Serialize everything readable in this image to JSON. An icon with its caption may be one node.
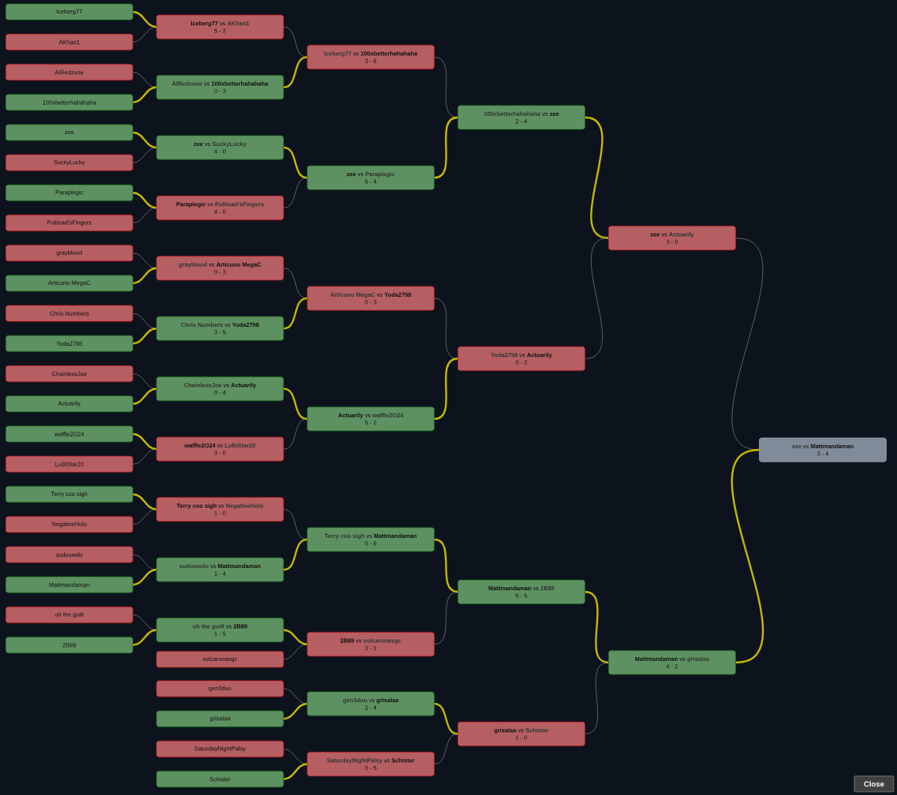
{
  "diagram": {
    "nodes": [
      {
        "text": [
          "Iceberg77"
        ]
      },
      {
        "text": [
          "AKhan1"
        ]
      },
      {
        "text": [
          "AIRedzone"
        ]
      },
      {
        "text": [
          "100xbetterhahahaha"
        ]
      },
      {
        "text": [
          "zee"
        ]
      },
      {
        "text": [
          "SuckyLucky"
        ]
      },
      {
        "text": [
          "Paraplegic"
        ]
      },
      {
        "text": [
          "Politoad'sFingers"
        ]
      },
      {
        "text": [
          "grayblood"
        ]
      },
      {
        "text": [
          "Articuno MegaC"
        ]
      },
      {
        "text": [
          "Chris Numbers"
        ]
      },
      {
        "text": [
          "Yoda2798"
        ]
      },
      {
        "text": [
          "ChainlessJoe"
        ]
      },
      {
        "text": [
          "Actuarily"
        ]
      },
      {
        "text": [
          "waffle2O24"
        ]
      },
      {
        "text": [
          "LuBiStar20"
        ]
      },
      {
        "text": [
          "Terry coo sigh"
        ]
      },
      {
        "text": [
          "NegativeHolo"
        ]
      },
      {
        "text": [
          "sudoowdo"
        ]
      },
      {
        "text": [
          "Mattmandaman"
        ]
      },
      {
        "text": [
          "oh the guilt"
        ]
      },
      {
        "text": [
          "2B89"
        ]
      },
      {
        "text": [
          "Iceberg77",
          "vs",
          "AKhan1",
          "5 - 2"
        ]
      },
      {
        "text": [
          "AIRedzone",
          "vs",
          "100xbetterhahahaha",
          "0 - 3"
        ]
      },
      {
        "text": [
          "zee",
          "vs",
          "SuckyLucky",
          "4 - 0"
        ]
      },
      {
        "text": [
          "Paraplegic",
          "vs",
          "Politoad'sFingers",
          "4 - 0"
        ]
      },
      {
        "text": [
          "grayblood",
          "vs",
          "Articuno MegaC",
          "0 - 3"
        ]
      },
      {
        "text": [
          "Chris Numbers",
          "vs",
          "Yoda2798",
          "3 - 5"
        ]
      },
      {
        "text": [
          "ChainlessJoe",
          "vs",
          "Actuarily",
          "0 - 4"
        ]
      },
      {
        "text": [
          "waffle2O24",
          "vs",
          "LuBiStar20",
          "3 - 0"
        ]
      },
      {
        "text": [
          "Terry coo sigh",
          "vs",
          "NegativeHolo",
          "1 - 0"
        ]
      },
      {
        "text": [
          "sudoowdo",
          "vs",
          "Mattmandaman",
          "1 - 4"
        ]
      },
      {
        "text": [
          "oh the guilt",
          "vs",
          "2B89",
          "1 - 5"
        ]
      },
      {
        "text": [
          "volcaronavgc"
        ]
      },
      {
        "text": [
          "gen3duu"
        ]
      },
      {
        "text": [
          "grisalaa"
        ]
      },
      {
        "text": [
          "SaturdayNightPalsy"
        ]
      },
      {
        "text": [
          "Schister"
        ]
      },
      {
        "text": [
          "Iceberg77",
          "vs",
          "100xbetterhahahaha",
          "3 - 6"
        ]
      },
      {
        "text": [
          "zee",
          "vs",
          "Paraplegic",
          "5 - 4"
        ]
      },
      {
        "text": [
          "Articuno MegaC",
          "vs",
          "Yoda2798",
          "0 - 3"
        ]
      },
      {
        "text": [
          "Actuarily",
          "vs",
          "waffle2O24",
          "5 - 2"
        ]
      },
      {
        "text": [
          "Terry coo sigh",
          "vs",
          "Mattmandaman",
          "0 - 6"
        ]
      },
      {
        "text": [
          "2B89",
          "vs",
          "volcaronavgc",
          "3 - 1"
        ]
      },
      {
        "text": [
          "gen3duu",
          "vs",
          "grisalaa",
          "2 - 4"
        ]
      },
      {
        "text": [
          "SaturdayNightPalsy",
          "vs",
          "Schister",
          "0 - 5"
        ]
      },
      {
        "text": [
          "100xbetterhahahaha",
          "vs",
          "zee",
          "2 - 4"
        ]
      },
      {
        "text": [
          "Yoda2798",
          "vs",
          "Actuarily",
          "0 - 2"
        ]
      },
      {
        "text": [
          "Mattmandaman",
          "vs",
          "2B89",
          "5 - 5"
        ]
      },
      {
        "text": [
          "grisalaa",
          "vs",
          "Schister",
          "1 - 0"
        ]
      },
      {
        "text": [
          "zee",
          "vs",
          "Actuarily",
          "3 - 0"
        ]
      },
      {
        "text": [
          "Mattmandaman",
          "vs",
          "grisalaa",
          "4 - 2"
        ]
      },
      {
        "text": [
          "zee",
          "vs",
          "Mattmandaman",
          "3 - 4"
        ]
      }
    ],
    "edges": [
      {
        "from": 0,
        "to": 22,
        "arrow": "none",
        "style": "thick",
        "color": "#c4b800"
      },
      {
        "from": 1,
        "to": 22,
        "arrow": "none",
        "color": "#a8a8a8"
      },
      {
        "from": 2,
        "to": 23,
        "arrow": "none",
        "color": "#a8a8a8"
      },
      {
        "from": 3,
        "to": 23,
        "arrow": "none",
        "style": "thick",
        "color": "#c4b800"
      },
      {
        "from": 4,
        "to": 24,
        "arrow": "none",
        "style": "thick",
        "color": "#c4b800"
      },
      {
        "from": 5,
        "to": 24,
        "arrow": "none",
        "color": "#a8a8a8"
      },
      {
        "from": 6,
        "to": 25,
        "arrow": "none",
        "style": "thick",
        "color": "#c4b800"
      },
      {
        "from": 7,
        "to": 25,
        "arrow": "none",
        "color": "#a8a8a8"
      },
      {
        "from": 8,
        "to": 26,
        "arrow": "none",
        "color": "#a8a8a8"
      },
      {
        "from": 9,
        "to": 26,
        "arrow": "none",
        "style": "thick",
        "color": "#c4b800"
      },
      {
        "from": 10,
        "to": 27,
        "arrow": "none",
        "color": "#a8a8a8"
      },
      {
        "from": 11,
        "to": 27,
        "arrow": "none",
        "style": "thick",
        "color": "#c4b800"
      },
      {
        "from": 12,
        "to": 28,
        "arrow": "none",
        "color": "#a8a8a8"
      },
      {
        "from": 13,
        "to": 28,
        "arrow": "none",
        "style": "thick",
        "color": "#c4b800"
      },
      {
        "from": 14,
        "to": 29,
        "arrow": "none",
        "style": "thick",
        "color": "#c4b800"
      },
      {
        "from": 15,
        "to": 29,
        "arrow": "none",
        "color": "#a8a8a8"
      },
      {
        "from": 16,
        "to": 30,
        "arrow": "none",
        "style": "thick",
        "color": "#c4b800"
      },
      {
        "from": 17,
        "to": 30,
        "arrow": "none",
        "color": "#a8a8a8"
      },
      {
        "from": 18,
        "to": 31,
        "arrow": "none",
        "color": "#a8a8a8"
      },
      {
        "from": 19,
        "to": 31,
        "arrow": "none",
        "style": "thick",
        "color": "#c4b800"
      },
      {
        "from": 20,
        "to": 32,
        "arrow": "none",
        "color": "#a8a8a8"
      },
      {
        "from": 21,
        "to": 32,
        "arrow": "none",
        "style": "thick",
        "color": "#c4b800"
      },
      {
        "from": 22,
        "to": 38,
        "arrow": "none",
        "color": "#a8a8a8"
      },
      {
        "from": 23,
        "to": 38,
        "arrow": "none",
        "style": "thick",
        "color": "#c4b800"
      },
      {
        "from": 24,
        "to": 39,
        "arrow": "none",
        "style": "thick",
        "color": "#c4b800"
      },
      {
        "from": 25,
        "to": 39,
        "arrow": "none",
        "color": "#a8a8a8"
      },
      {
        "from": 26,
        "to": 40,
        "arrow": "none",
        "color": "#a8a8a8"
      },
      {
        "from": 27,
        "to": 40,
        "arrow": "none",
        "style": "thick",
        "color": "#c4b800"
      },
      {
        "from": 28,
        "to": 41,
        "arrow": "none",
        "style": "thick",
        "color": "#c4b800"
      },
      {
        "from": 29,
        "to": 41,
        "arrow": "none",
        "color": "#a8a8a8"
      },
      {
        "from": 30,
        "to": 42,
        "arrow": "none",
        "color": "#a8a8a8"
      },
      {
        "from": 31,
        "to": 42,
        "arrow": "none",
        "style": "thick",
        "color": "#c4b800"
      },
      {
        "from": 32,
        "to": 43,
        "arrow": "none",
        "style": "thick",
        "color": "#c4b800"
      },
      {
        "from": 33,
        "to": 43,
        "arrow": "none",
        "color": "#a8a8a8"
      },
      {
        "from": 34,
        "to": 44,
        "arrow": "none",
        "color": "#a8a8a8"
      },
      {
        "from": 35,
        "to": 44,
        "arrow": "none",
        "style": "thick",
        "color": "#c4b800"
      },
      {
        "from": 36,
        "to": 45,
        "arrow": "none",
        "color": "#a8a8a8"
      },
      {
        "from": 37,
        "to": 45,
        "arrow": "none",
        "style": "thick",
        "color": "#c4b800"
      },
      {
        "from": 38,
        "to": 46,
        "arrow": "none",
        "color": "#a8a8a8"
      },
      {
        "from": 39,
        "to": 46,
        "arrow": "none",
        "style": "thick",
        "color": "#c4b800"
      },
      {
        "from": 40,
        "to": 47,
        "arrow": "none",
        "color": "#a8a8a8"
      },
      {
        "from": 41,
        "to": 47,
        "arrow": "none",
        "style": "thick",
        "color": "#c4b800"
      },
      {
        "from": 42,
        "to": 48,
        "arrow": "none",
        "style": "thick",
        "color": "#c4b800"
      },
      {
        "from": 43,
        "to": 48,
        "arrow": "none",
        "color": "#a8a8a8"
      },
      {
        "from": 44,
        "to": 49,
        "arrow": "none",
        "style": "thick",
        "color": "#c4b800"
      },
      {
        "from": 45,
        "to": 49,
        "arrow": "none",
        "color": "#a8a8a8"
      },
      {
        "from": 46,
        "to": 50,
        "arrow": "none",
        "style": "thick",
        "color": "#c4b800"
      },
      {
        "from": 47,
        "to": 50,
        "arrow": "none",
        "color": "#a8a8a8"
      },
      {
        "from": 48,
        "to": 51,
        "arrow": "none",
        "style": "thick",
        "color": "#c4b800"
      },
      {
        "from": 49,
        "to": 51,
        "arrow": "none",
        "color": "#a8a8a8"
      },
      {
        "from": 50,
        "to": 52,
        "arrow": "none",
        "color": "#a8a8a8"
      },
      {
        "from": 51,
        "to": 52,
        "arrow": "none",
        "style": "thick",
        "color": "#c4b800"
      }
    ],
    "labels": [
      "Close"
    ]
  }
}
